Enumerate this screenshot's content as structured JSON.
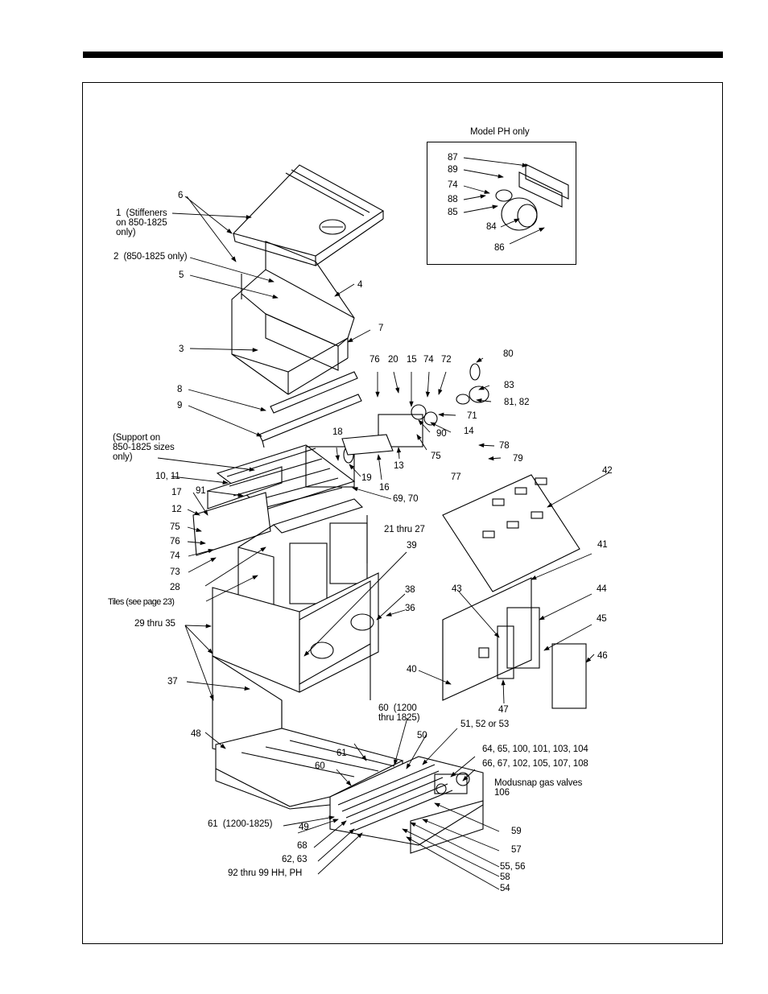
{
  "labels": {
    "model_ph": "Model PH only",
    "l87": "87",
    "l89": "89",
    "l74a": "74",
    "l88": "88",
    "l85": "85",
    "l84": "84",
    "l86": "86",
    "l6": "6",
    "l1": "1  (Stiffeners\non 850-1825\nonly)",
    "l2": "2  (850-1825 only)",
    "l5": "5",
    "l4": "4",
    "l3": "3",
    "l7": "7",
    "l8": "8",
    "l9": "9",
    "l76a": "76",
    "l20": "20",
    "l15": "15",
    "l74b": "74",
    "l72": "72",
    "l80": "80",
    "l83": "83",
    "l8182": "81, 82",
    "l71": "71",
    "l14": "14",
    "l90": "90",
    "l78": "78",
    "l79": "79",
    "l77": "77",
    "l75a": "75",
    "l18": "18",
    "l19": "19",
    "l16": "16",
    "l13": "13",
    "support": "(Support on\n850-1825 sizes\nonly)",
    "l1011": "10, 11",
    "l17": "17",
    "l91": "91",
    "l12": "12",
    "l75b": "75",
    "l76b": "76",
    "l74c": "74",
    "l73": "73",
    "l28": "28",
    "l6970": "69, 70",
    "l2127": "21 thru 27",
    "l42": "42",
    "l41": "41",
    "l39": "39",
    "l38": "38",
    "l36": "36",
    "tiles": "Tiles (see page 23)",
    "l2935": "29 thru 35",
    "l43": "43",
    "l44": "44",
    "l45": "45",
    "l46": "46",
    "l40": "40",
    "l47": "47",
    "l37": "37",
    "l60a": "60  (1200\nthru 1825)",
    "l51": "51, 52 or 53",
    "l50": "50",
    "l64": "64, 65, 100, 101, 103, 104",
    "l66": "66, 67, 102, 105, 107, 108",
    "modusnap": "Modusnap gas valves\n106",
    "l48": "48",
    "l61a": "61",
    "l60b": "60",
    "l61b": "61  (1200-1825)",
    "l49": "49",
    "l68": "68",
    "l6263": "62, 63",
    "l92": "92 thru 99 HH, PH",
    "l59": "59",
    "l57": "57",
    "l5556": "55, 56",
    "l58": "58",
    "l54": "54"
  }
}
